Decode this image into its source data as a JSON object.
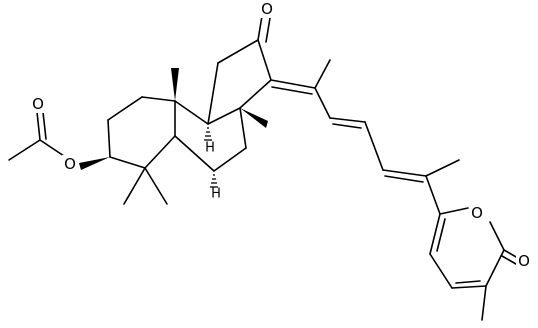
{
  "structure": {
    "atoms": {
      "ketone_oxygen": "O",
      "acetate_carbonyl_oxygen": "O",
      "acetate_ester_oxygen": "O",
      "pyranone_ring_oxygen": "O",
      "pyranone_carbonyl_oxygen": "O",
      "h_upper": "H",
      "h_lower": "H"
    }
  },
  "colors": {
    "bond": "#000000",
    "background": "#ffffff"
  }
}
